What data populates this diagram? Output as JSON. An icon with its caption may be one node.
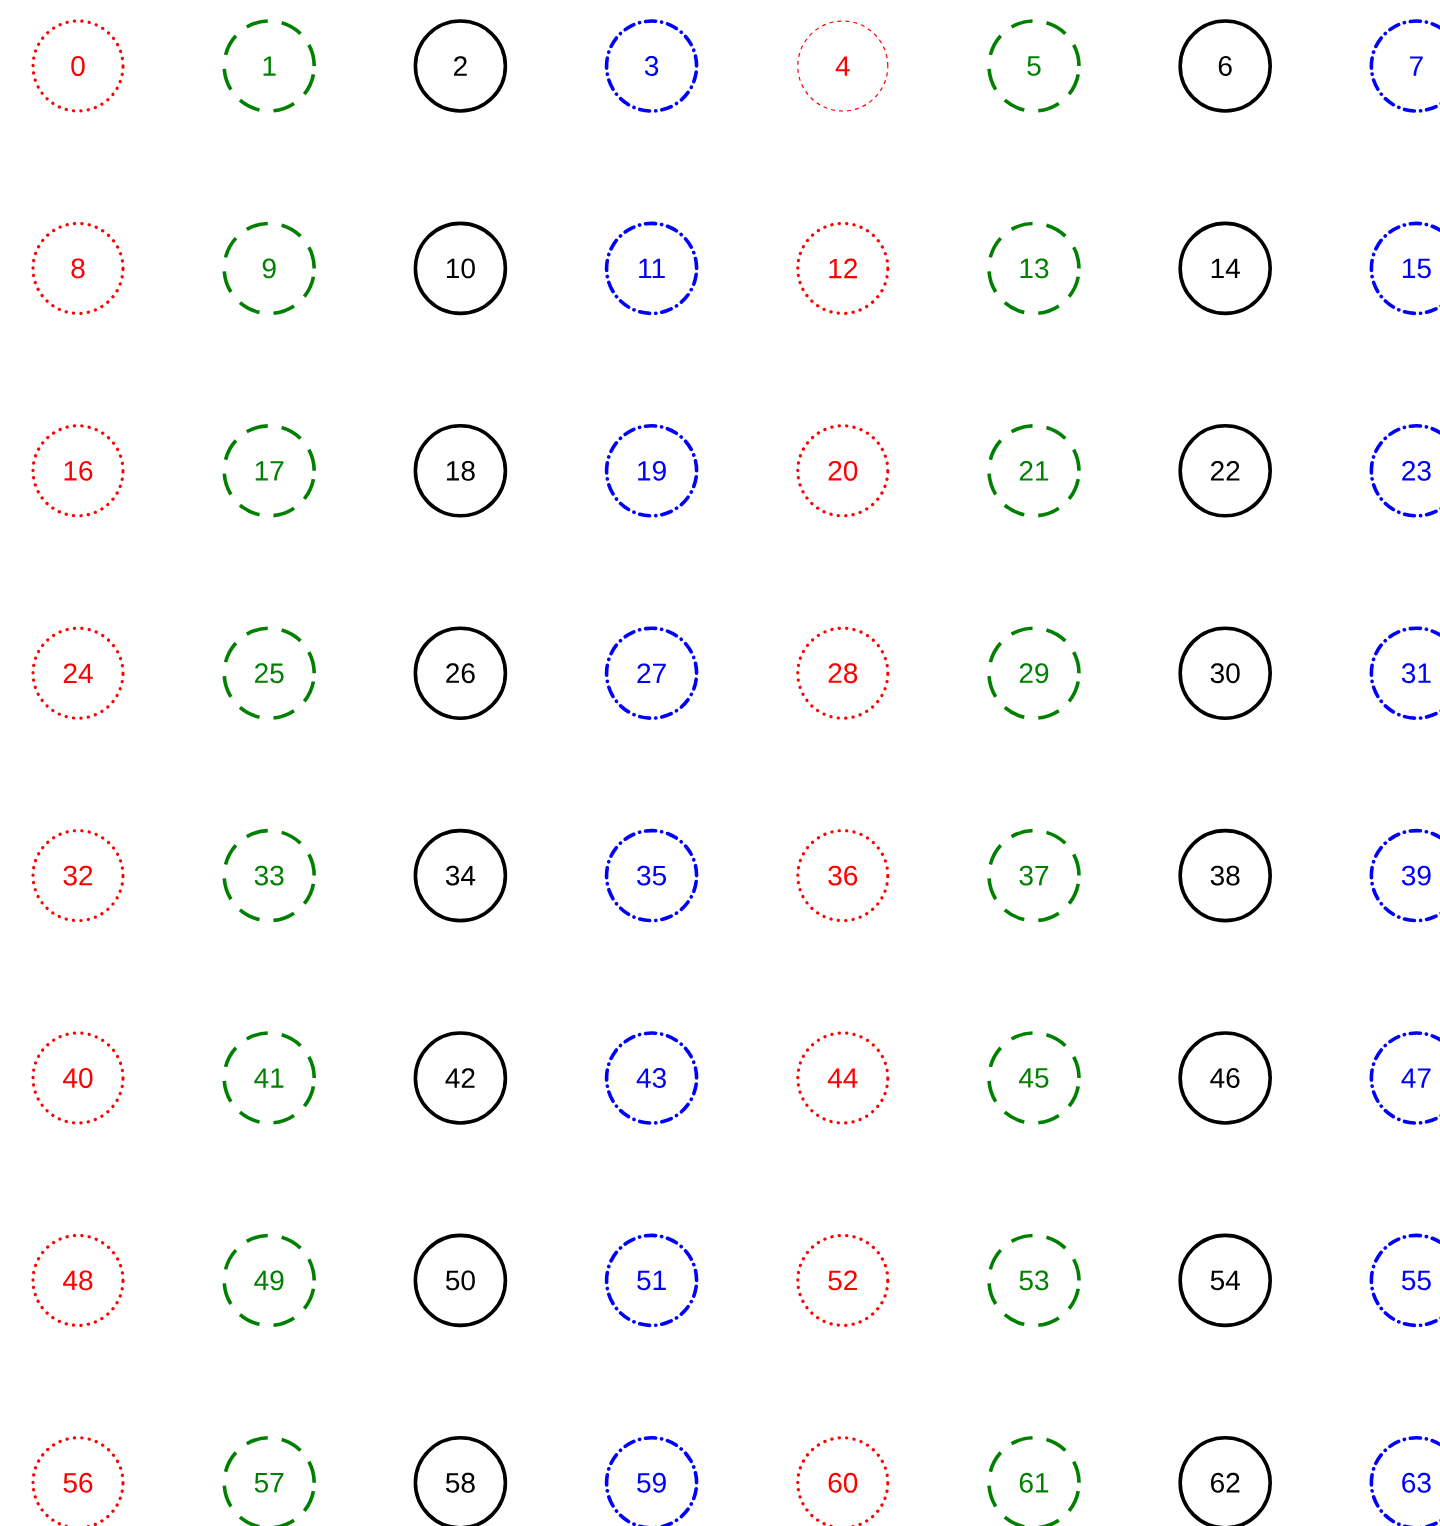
{
  "diagram": {
    "nodes": [
      {
        "text": [
          "0"
        ]
      },
      {
        "text": [
          "1"
        ]
      },
      {
        "text": [
          "2"
        ]
      },
      {
        "text": [
          "3"
        ]
      },
      {
        "text": [
          "4"
        ]
      },
      {
        "text": [
          "5"
        ]
      },
      {
        "text": [
          "6"
        ]
      },
      {
        "text": [
          "7"
        ]
      },
      {
        "text": [
          "8"
        ]
      },
      {
        "text": [
          "9"
        ]
      },
      {
        "text": [
          "10"
        ]
      },
      {
        "text": [
          "11"
        ]
      },
      {
        "text": [
          "12"
        ]
      },
      {
        "text": [
          "13"
        ]
      },
      {
        "text": [
          "14"
        ]
      },
      {
        "text": [
          "15"
        ]
      },
      {
        "text": [
          "16"
        ]
      },
      {
        "text": [
          "17"
        ]
      },
      {
        "text": [
          "18"
        ]
      },
      {
        "text": [
          "19"
        ]
      },
      {
        "text": [
          "20"
        ]
      },
      {
        "text": [
          "21"
        ]
      },
      {
        "text": [
          "22"
        ]
      },
      {
        "text": [
          "23"
        ]
      },
      {
        "text": [
          "24"
        ]
      },
      {
        "text": [
          "25"
        ]
      },
      {
        "text": [
          "26"
        ]
      },
      {
        "text": [
          "27"
        ]
      },
      {
        "text": [
          "28"
        ]
      },
      {
        "text": [
          "29"
        ]
      },
      {
        "text": [
          "30"
        ]
      },
      {
        "text": [
          "31"
        ]
      },
      {
        "text": [
          "32"
        ]
      },
      {
        "text": [
          "33"
        ]
      },
      {
        "text": [
          "34"
        ]
      },
      {
        "text": [
          "35"
        ]
      },
      {
        "text": [
          "36"
        ]
      },
      {
        "text": [
          "37"
        ]
      },
      {
        "text": [
          "38"
        ]
      },
      {
        "text": [
          "39"
        ]
      },
      {
        "text": [
          "40"
        ]
      },
      {
        "text": [
          "41"
        ]
      },
      {
        "text": [
          "42"
        ]
      },
      {
        "text": [
          "43"
        ]
      },
      {
        "text": [
          "44"
        ]
      },
      {
        "text": [
          "45"
        ]
      },
      {
        "text": [
          "46"
        ]
      },
      {
        "text": [
          "47"
        ]
      },
      {
        "text": [
          "48"
        ]
      },
      {
        "text": [
          "49"
        ]
      },
      {
        "text": [
          "50"
        ]
      },
      {
        "text": [
          "51"
        ]
      },
      {
        "text": [
          "52"
        ]
      },
      {
        "text": [
          "53"
        ]
      },
      {
        "text": [
          "54"
        ]
      },
      {
        "text": [
          "55"
        ]
      },
      {
        "text": [
          "56"
        ]
      },
      {
        "text": [
          "57"
        ]
      },
      {
        "text": [
          "58"
        ]
      },
      {
        "text": [
          "59"
        ]
      },
      {
        "text": [
          "60"
        ]
      },
      {
        "text": [
          "61"
        ]
      },
      {
        "text": [
          "62"
        ]
      },
      {
        "text": [
          "63"
        ]
      }
    ]
  }
}
